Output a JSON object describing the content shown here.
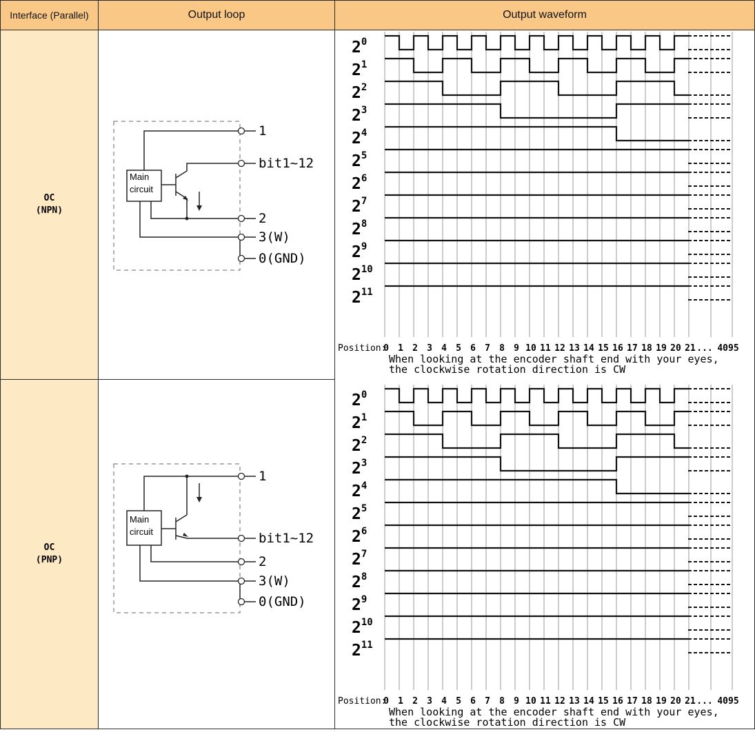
{
  "header": {
    "interface": "Interface (Parallel)",
    "loop": "Output loop",
    "waveform": "Output waveform"
  },
  "rows": [
    {
      "type_line1": "OC",
      "type_line2": "(NPN)",
      "circuit": {
        "box_line1": "Main",
        "box_line2": "circuit",
        "pins": [
          "1",
          "bit1~12",
          "2",
          "3(W)",
          "0(GND)"
        ]
      },
      "waveform": {
        "bits": [
          "0",
          "1",
          "2",
          "3",
          "4",
          "5",
          "6",
          "7",
          "8",
          "9",
          "10",
          "11"
        ],
        "bit_base": "2",
        "position_label": "Position:",
        "positions": [
          "0",
          "1",
          "2",
          "3",
          "4",
          "5",
          "6",
          "7",
          "8",
          "9",
          "10",
          "11",
          "12",
          "13",
          "14",
          "15",
          "16",
          "17",
          "18",
          "19",
          "20",
          "21",
          "...",
          "4095"
        ],
        "note_line1": "When looking at the encoder shaft end with your eyes,",
        "note_line2": "the clockwise rotation direction is CW"
      }
    },
    {
      "type_line1": "OC",
      "type_line2": "(PNP)",
      "circuit": {
        "box_line1": "Main",
        "box_line2": "circuit",
        "pins": [
          "1",
          "bit1~12",
          "2",
          "3(W)",
          "0(GND)"
        ]
      },
      "waveform": {
        "bits": [
          "0",
          "1",
          "2",
          "3",
          "4",
          "5",
          "6",
          "7",
          "8",
          "9",
          "10",
          "11"
        ],
        "bit_base": "2",
        "position_label": "Position:",
        "positions": [
          "0",
          "1",
          "2",
          "3",
          "4",
          "5",
          "6",
          "7",
          "8",
          "9",
          "10",
          "11",
          "12",
          "13",
          "14",
          "15",
          "16",
          "17",
          "18",
          "19",
          "20",
          "21",
          "...",
          "4095"
        ],
        "note_line1": "When looking at the encoder shaft end with your eyes,",
        "note_line2": "the clockwise rotation direction is CW"
      }
    }
  ]
}
